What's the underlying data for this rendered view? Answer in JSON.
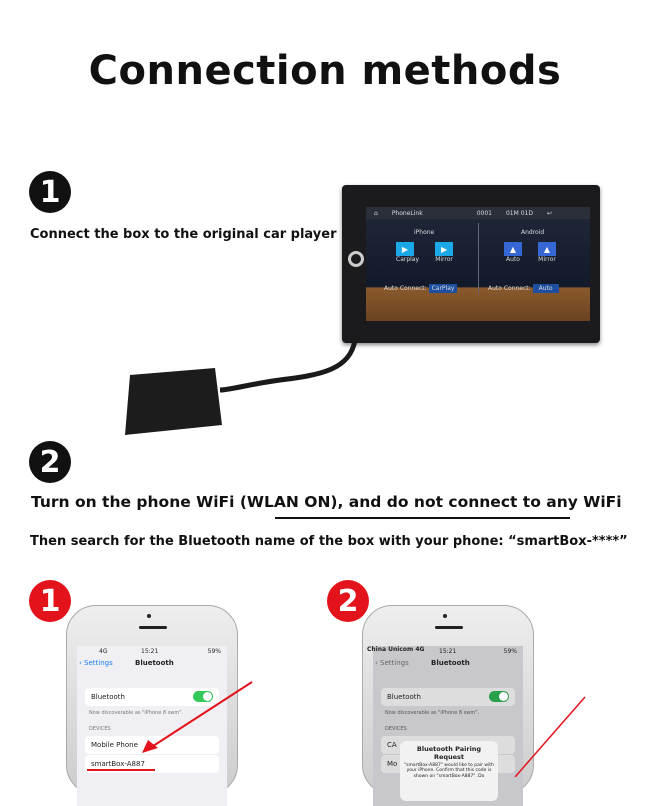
{
  "title": "Connection methods",
  "step1": {
    "number": "1",
    "caption": "Connect the box to the original car player"
  },
  "step2": {
    "number": "2",
    "line1": "Turn on the phone WiFi (WLAN ON), and do not connect to any WiFi",
    "line2": "Then search for the Bluetooth name of the box with your phone: “smartBox-****”"
  },
  "stereo": {
    "app": "PhoneLink",
    "clock": "0001",
    "date": "01M 01D",
    "iphone_label": "iPhone",
    "android_label": "Android",
    "tiles_iphone": [
      "Carplay",
      "Mirror"
    ],
    "tiles_android": [
      "Auto",
      "Mirror"
    ],
    "auto_connect_label": "Auto Connect:",
    "auto_connect_iphone": "CarPlay",
    "auto_connect_android": "Auto"
  },
  "phone1": {
    "badge": "1",
    "carrier": "4G",
    "time": "15:21",
    "battery": "59%",
    "back": "Settings",
    "header": "Bluetooth",
    "bt_label": "Bluetooth",
    "discoverable": "Now discoverable as \"iPhone 8 swm\".",
    "devices": "DEVICES",
    "device_list": [
      "Mobile Phone",
      "smartBox-A887"
    ]
  },
  "phone2": {
    "badge": "2",
    "carrier": "China Unicom 4G",
    "time": "15:21",
    "battery": "59%",
    "back": "Settings",
    "header": "Bluetooth",
    "bt_label": "Bluetooth",
    "discoverable": "Now discoverable as \"iPhone 8 swm\".",
    "devices": "DEVICES",
    "device_list": [
      "CA",
      "Mo"
    ],
    "dialog_title": "Bluetooth Pairing Request",
    "dialog_text": "\"smartBox-A887\" would like to pair with your iPhone. Confirm that this code is shown on \"smartBox-A887\". Do"
  },
  "colors": {
    "accent_red": "#e3131b",
    "toggle_green": "#34c759"
  }
}
